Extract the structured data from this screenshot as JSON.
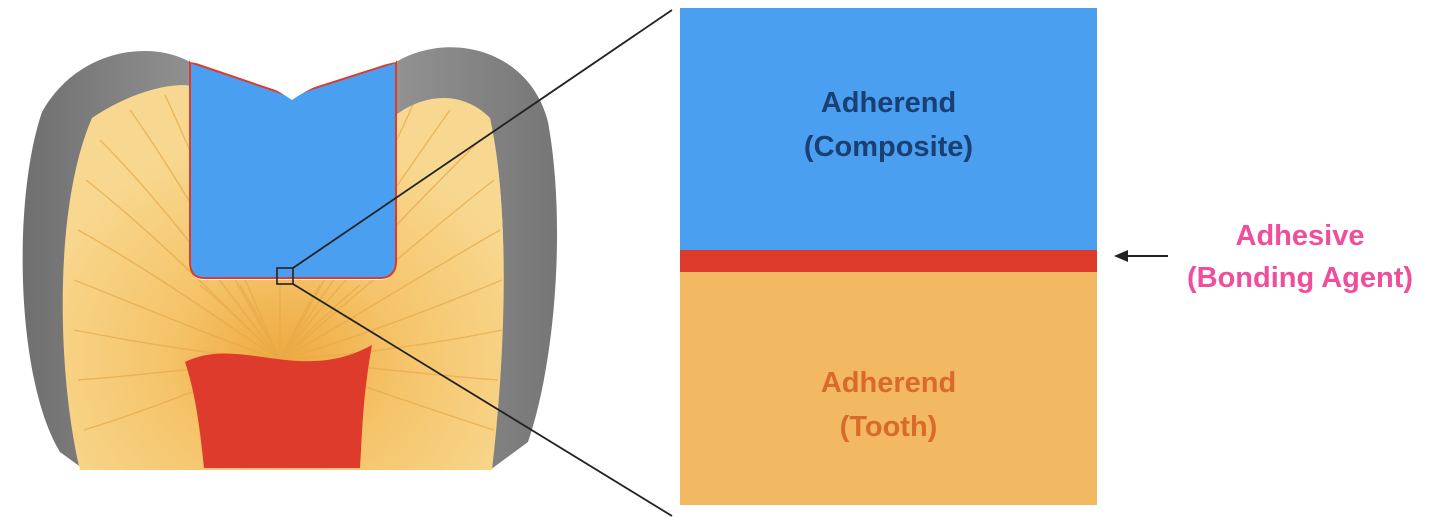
{
  "labels": {
    "composite_line1": "Adherend",
    "composite_line2": "(Composite)",
    "tooth_line1": "Adherend",
    "tooth_line2": "(Tooth)",
    "adhesive_line1": "Adhesive",
    "adhesive_line2": "(Bonding Agent)"
  },
  "colors": {
    "composite": "#4b9ff0",
    "composite_text": "#1a3f73",
    "adhesive": "#dd3b2b",
    "adhesive_text": "#ee4e9b",
    "tooth": "#f2b862",
    "tooth_text": "#d96a2c",
    "dentin_light": "#f8d890",
    "enamel": "#8d8d8d",
    "pulp": "#dd3b2b",
    "leader_line": "#222222"
  }
}
